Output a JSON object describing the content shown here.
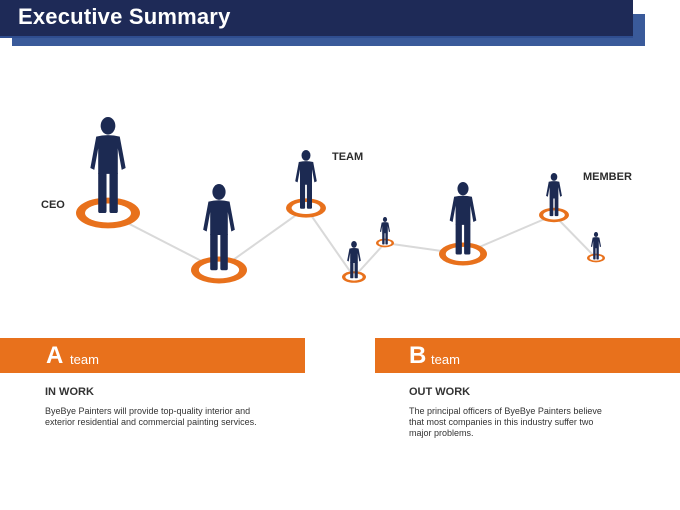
{
  "title": "Executive Summary",
  "labels": {
    "ceo": "CEO",
    "team": "TEAM",
    "member": "MEMBER"
  },
  "colors": {
    "navy": "#1e2a57",
    "orange": "#e8711c",
    "figure": "#1c2a52"
  },
  "sections": [
    {
      "letter": "A",
      "word": "team",
      "heading": "IN WORK",
      "body": "ByeBye Painters will provide top-quality interior and exterior residential and commercial painting services."
    },
    {
      "letter": "B",
      "word": "team",
      "heading": "OUT WORK",
      "body": "The principal officers of ByeBye Painters believe that most companies in this industry suffer two major problems."
    }
  ]
}
